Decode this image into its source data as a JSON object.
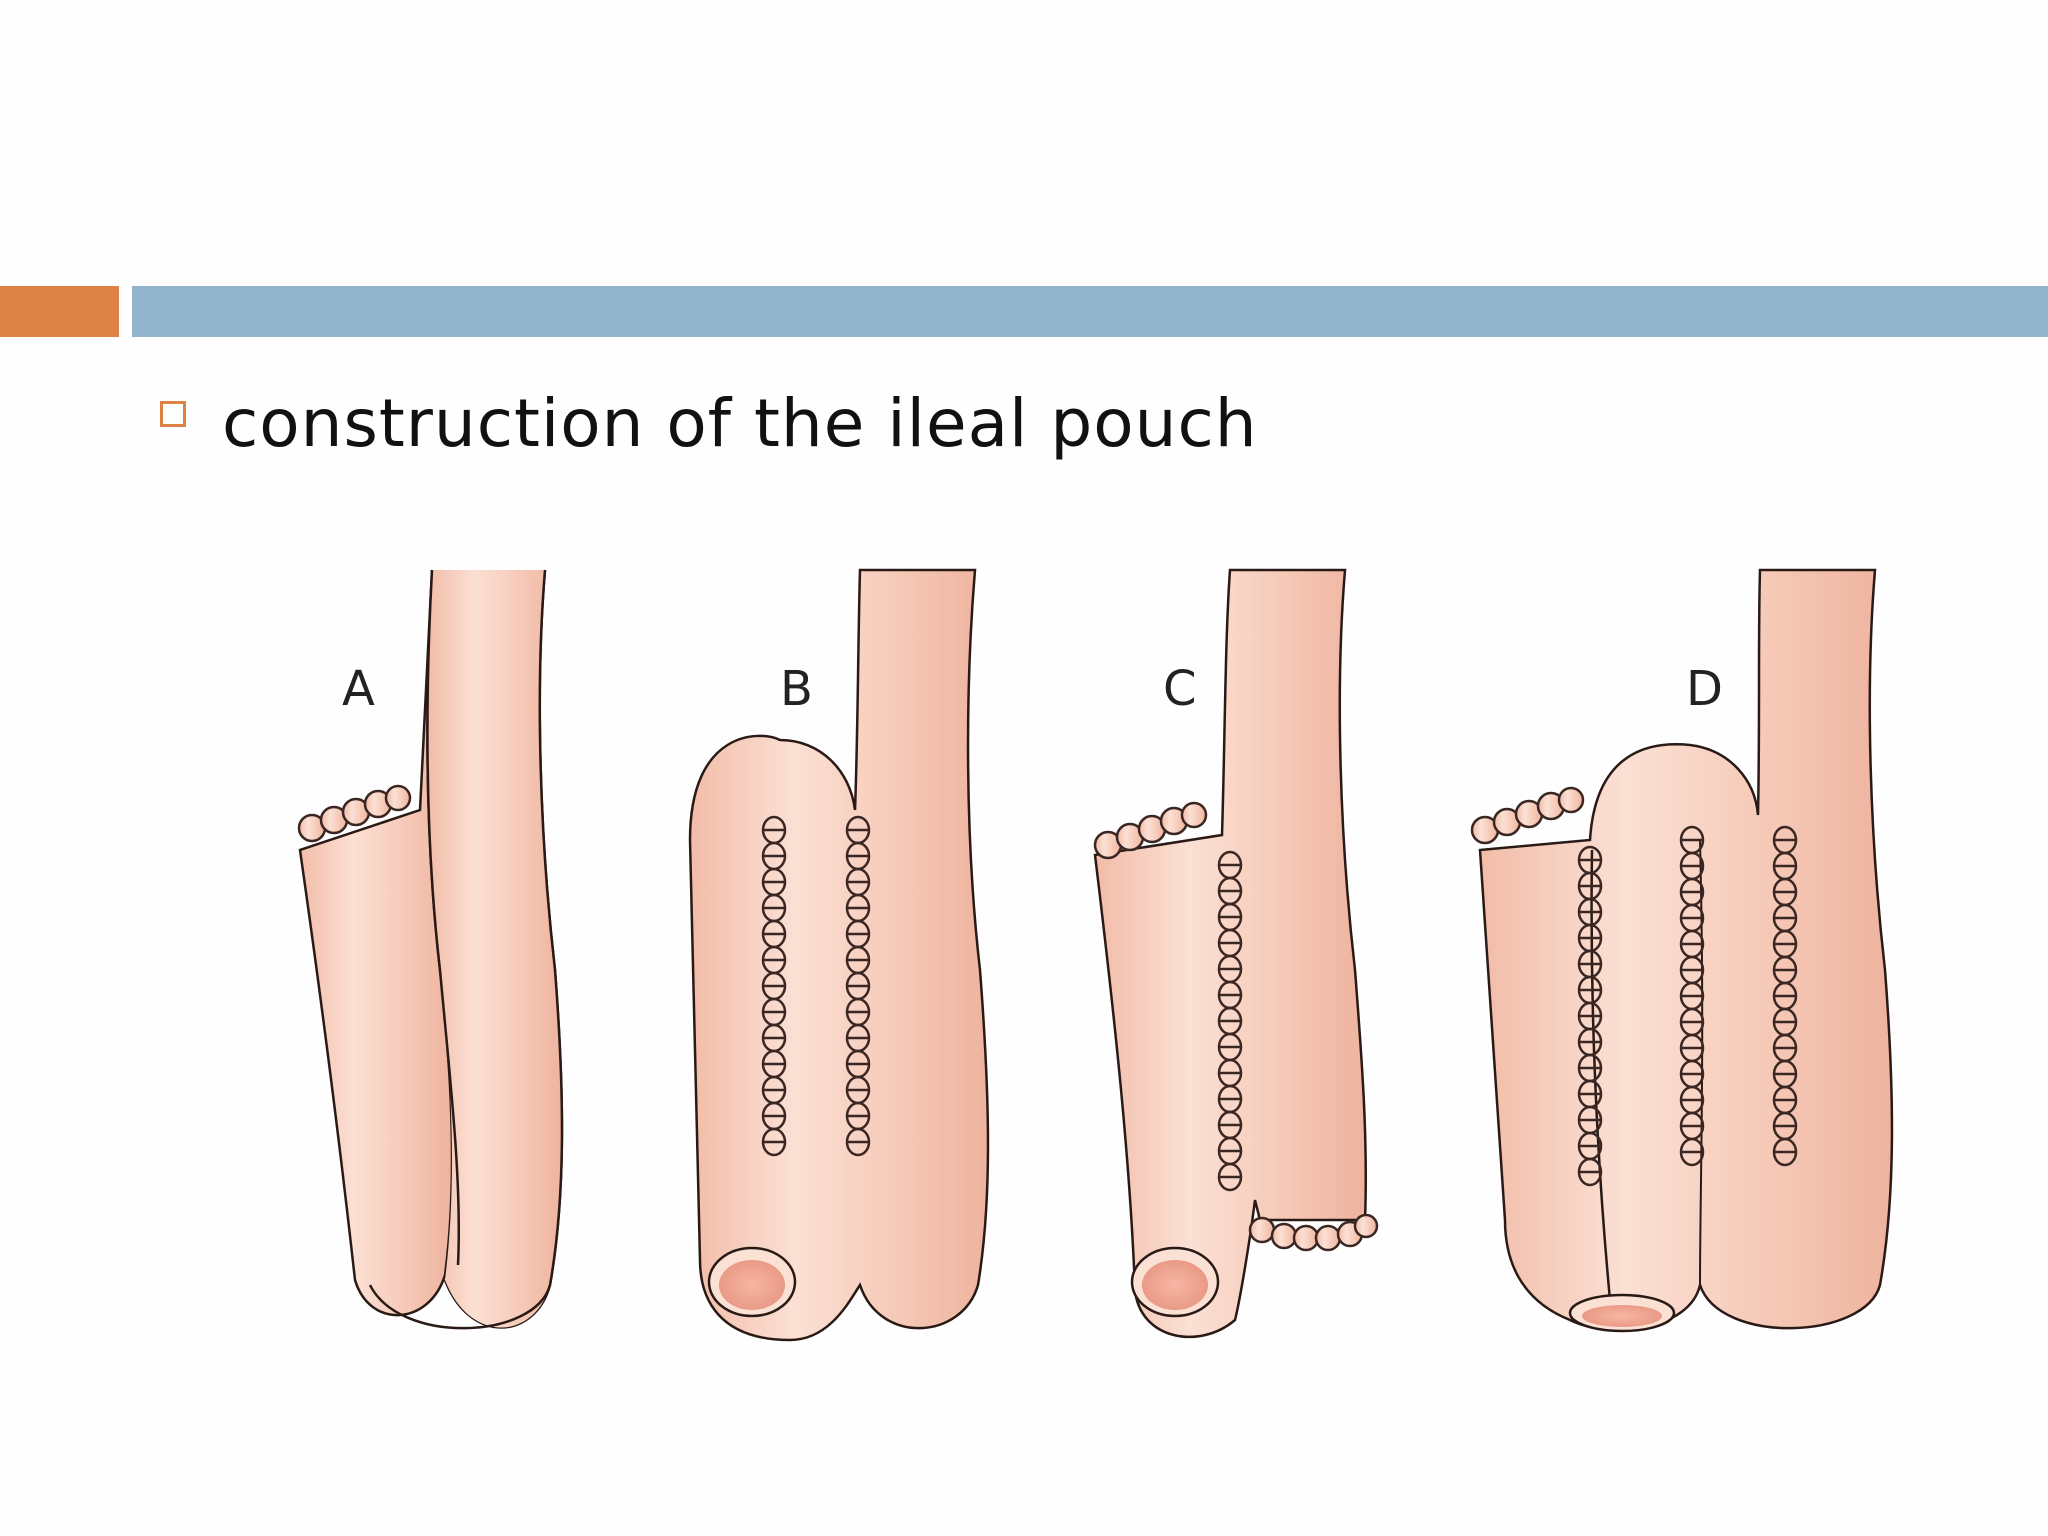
{
  "slide": {
    "accent_color": "#dd8246",
    "bar_color": "#93b4cd",
    "bullet_icon": "hollow-square-bullet",
    "bullet_text": "construction of the ileal pouch"
  },
  "figure": {
    "tissue_color": "#f5c8b6",
    "outline_color": "#2a1a16",
    "panels": [
      {
        "label": "A"
      },
      {
        "label": "B"
      },
      {
        "label": "C"
      },
      {
        "label": "D"
      }
    ]
  }
}
